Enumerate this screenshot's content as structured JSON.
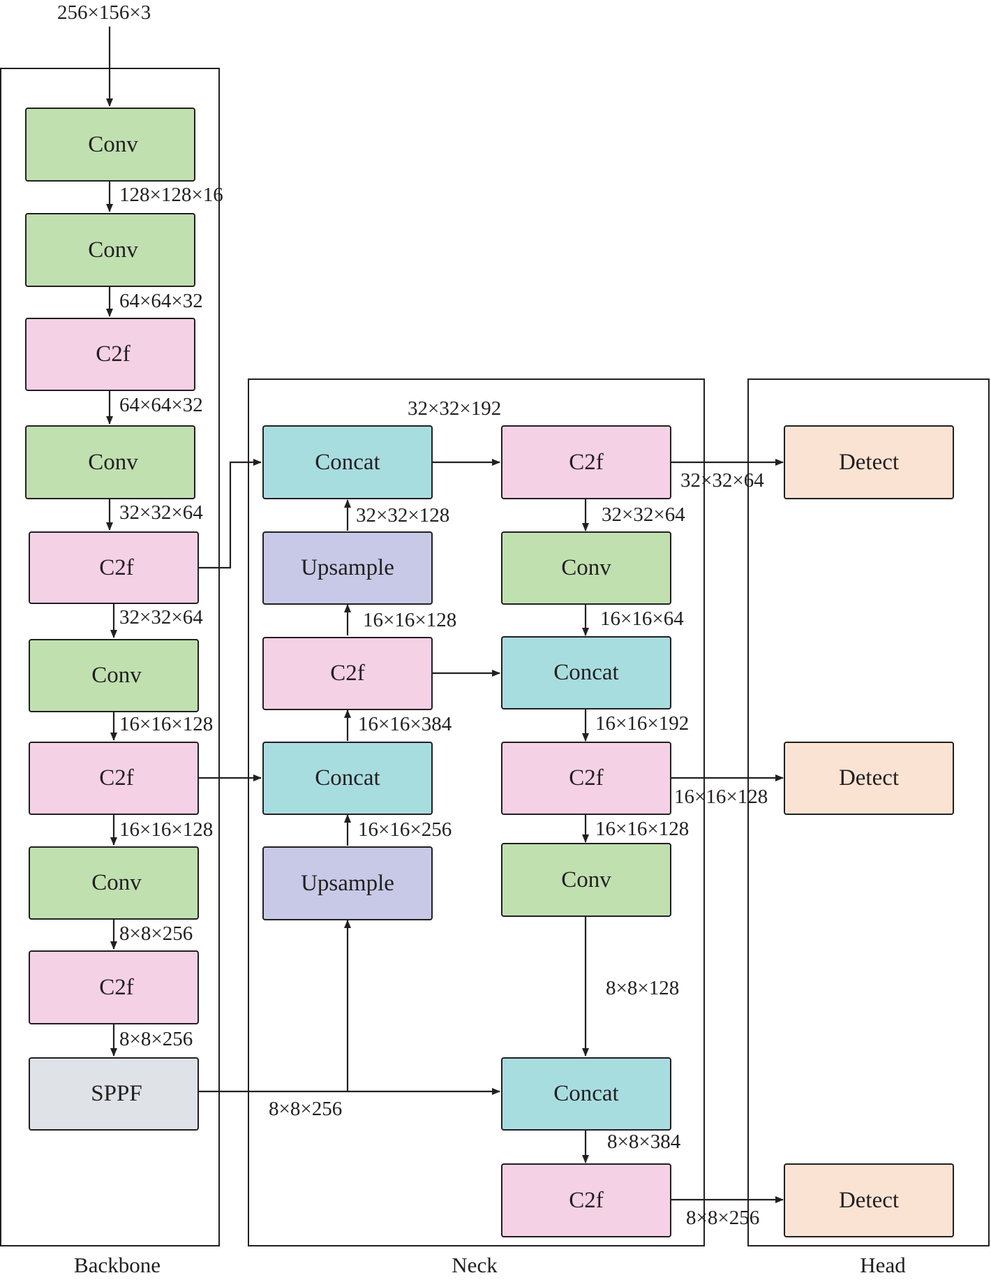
{
  "title": "",
  "input_shape": "256×156×3",
  "colors": {
    "conv": "#c0e0b0",
    "c2f": "#f5d1e6",
    "concat": "#a8dde0",
    "upsample": "#c7c9e6",
    "sppf": "#dfe2e6",
    "detect": "#fae3d3",
    "line": "#231f20"
  },
  "panels": {
    "backbone": "Backbone",
    "neck": "Neck",
    "head": "Head"
  },
  "blocks": {
    "bb_conv1": "Conv",
    "bb_conv2": "Conv",
    "bb_c2f1": "C2f",
    "bb_conv3": "Conv",
    "bb_c2f2": "C2f",
    "bb_conv4": "Conv",
    "bb_c2f3": "C2f",
    "bb_conv5": "Conv",
    "bb_c2f4": "C2f",
    "bb_sppf": "SPPF",
    "nk_concat_a": "Concat",
    "nk_upsample_a": "Upsample",
    "nk_c2f_a": "C2f",
    "nk_concat_b": "Concat",
    "nk_upsample_b": "Upsample",
    "nk_c2f_out1": "C2f",
    "nk_conv_d1": "Conv",
    "nk_concat_c": "Concat",
    "nk_c2f_out2": "C2f",
    "nk_conv_d2": "Conv",
    "nk_concat_d": "Concat",
    "nk_c2f_out3": "C2f",
    "hd_detect1": "Detect",
    "hd_detect2": "Detect",
    "hd_detect3": "Detect"
  },
  "dims": {
    "bb_1": "128×128×16",
    "bb_2": "64×64×32",
    "bb_3": "64×64×32",
    "bb_4": "32×32×64",
    "bb_5": "32×32×64",
    "bb_6": "16×16×128",
    "bb_7": "16×16×128",
    "bb_8": "8×8×256",
    "bb_9": "8×8×256",
    "sppf_out": "8×8×256",
    "concat_a_out": "32×32×192",
    "up_a_out": "32×32×128",
    "c2f_a_out": "16×16×128",
    "concat_b_out": "16×16×384",
    "up_b_out": "16×16×256",
    "p3_out": "32×32×64",
    "r_1": "32×32×64",
    "r_2": "16×16×64",
    "r_3": "16×16×192",
    "p4_out": "16×16×128",
    "r_4": "16×16×128",
    "r_5": "8×8×128",
    "r_6": "8×8×384",
    "p5_out": "8×8×256"
  }
}
